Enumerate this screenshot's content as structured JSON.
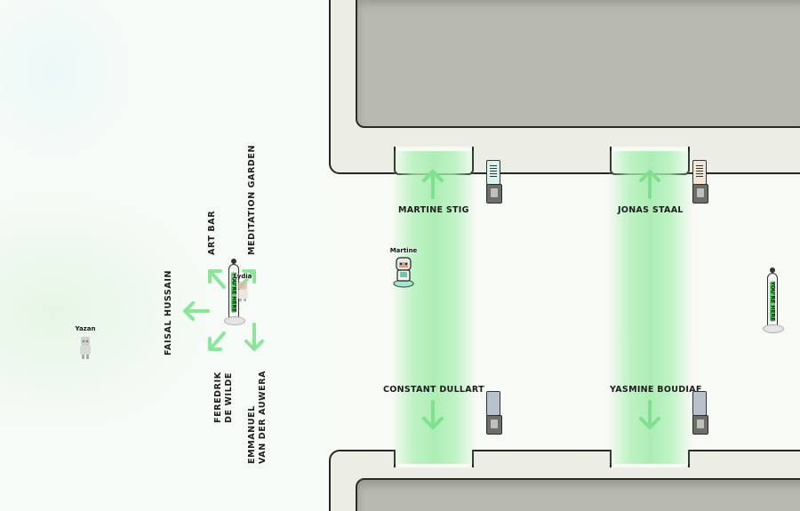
{
  "zones": {
    "top_left": "MARTINE STIG",
    "top_right": "JONAS STAAL",
    "bottom_left": "CONSTANT DULLART",
    "bottom_right": "YASMINE BOUDIAF"
  },
  "signpost": {
    "art_bar": "ART BAR",
    "meditation_garden": "MEDITATION GARDEN",
    "faisal": "FAISAL HUSSAIN",
    "feredrik": [
      "FEREDRIK",
      "DE WILDE"
    ],
    "emmanuel": [
      "EMMANUEL",
      "VAN DER AUWERA"
    ]
  },
  "you_are_here": "YOU'RE HERE",
  "avatars": {
    "lydia": "Lydia",
    "martine": "Martine",
    "yazan": "Yazan"
  },
  "colors": {
    "beam": "#a8eeb4",
    "arrow": "#7fe08e",
    "wall": "#262824",
    "roof": "#b8bab2",
    "pole_fill": "#5fd06a"
  }
}
